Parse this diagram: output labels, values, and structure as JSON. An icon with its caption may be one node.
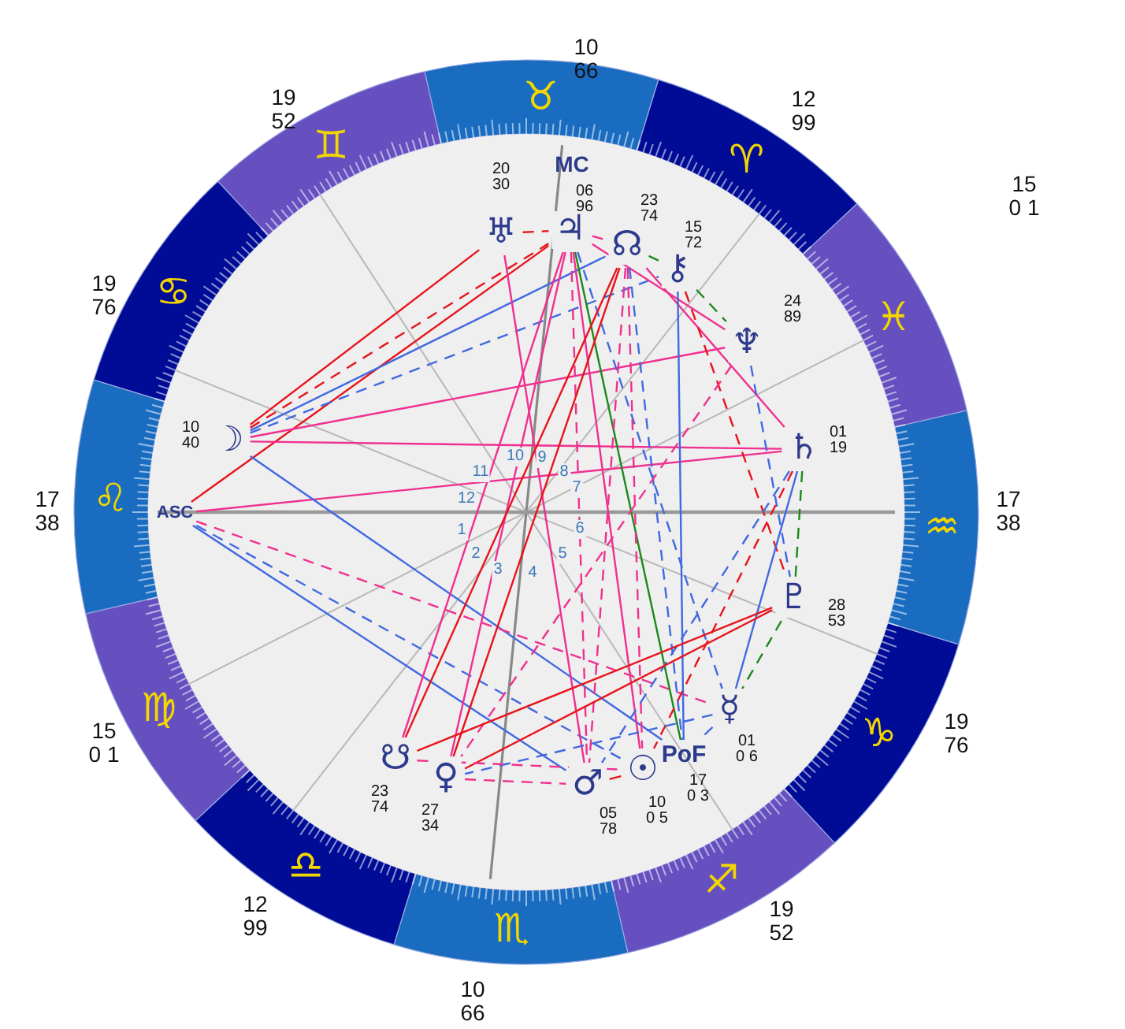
{
  "diagram": {
    "nodes": [
      {
        "text": [
          "☽"
        ],
        "beside": [
          "10 40"
        ]
      },
      {
        "text": [
          "ASC"
        ]
      },
      {
        "text": [
          "♅"
        ],
        "beside": [
          "20 30"
        ]
      },
      {
        "text": [
          "♃"
        ],
        "beside": [
          "06 96"
        ]
      },
      {
        "text": [
          "☊"
        ],
        "beside": [
          "23 74"
        ]
      },
      {
        "text": [
          "⚷"
        ],
        "beside": [
          "15 72"
        ]
      },
      {
        "text": [
          "♆"
        ],
        "beside": [
          "24 89"
        ]
      },
      {
        "text": [
          "♄"
        ],
        "beside": [
          "01 19"
        ]
      },
      {
        "text": [
          "♇"
        ],
        "beside": [
          "28 53"
        ]
      },
      {
        "text": [
          "☿"
        ],
        "beside": [
          "01 0 6"
        ]
      },
      {
        "text": [
          "PoF"
        ],
        "beside": [
          "17 0 3"
        ]
      },
      {
        "text": [
          "☉"
        ],
        "beside": [
          "10 0 5"
        ]
      },
      {
        "text": [
          "♂"
        ],
        "beside": [
          "05 78"
        ]
      },
      {
        "text": [
          "♀"
        ],
        "beside": [
          "27 34"
        ]
      },
      {
        "text": [
          "☋"
        ],
        "beside": [
          "23 74"
        ]
      }
    ],
    "edges": [
      {
        "from": 0,
        "to": 2,
        "arrow": "none",
        "color": "#e8141c"
      },
      {
        "from": 1,
        "to": 3,
        "arrow": "none",
        "color": "#e8141c"
      },
      {
        "from": 0,
        "to": 3,
        "arrow": "none",
        "style": "dashed",
        "color": "#e8141c"
      },
      {
        "from": 0,
        "to": 5,
        "arrow": "none",
        "style": "dashed",
        "color": "#4169e1"
      },
      {
        "from": 0,
        "to": 4,
        "arrow": "none",
        "color": "#4169e1"
      },
      {
        "from": 0,
        "to": 6,
        "arrow": "none"
      },
      {
        "from": 0,
        "to": 7,
        "arrow": "none"
      },
      {
        "from": 1,
        "to": 7,
        "arrow": "none"
      },
      {
        "from": 0,
        "to": 10,
        "arrow": "none",
        "color": "#4169e1"
      },
      {
        "from": 1,
        "to": 12,
        "arrow": "none",
        "color": "#4169e1"
      },
      {
        "from": 1,
        "to": 11,
        "arrow": "none",
        "style": "dashed",
        "color": "#4169e1"
      },
      {
        "from": 1,
        "to": 9,
        "arrow": "none",
        "style": "dashed"
      },
      {
        "from": 2,
        "to": 3,
        "arrow": "none",
        "style": "dashed",
        "color": "#e8141c"
      },
      {
        "from": 2,
        "to": 12,
        "arrow": "none"
      },
      {
        "from": 3,
        "to": 14,
        "arrow": "none"
      },
      {
        "from": 3,
        "to": 13,
        "arrow": "none"
      },
      {
        "from": 3,
        "to": 4,
        "arrow": "none",
        "style": "dashed"
      },
      {
        "from": 3,
        "to": 6,
        "arrow": "none"
      },
      {
        "from": 3,
        "to": 10,
        "arrow": "none",
        "color": "#1a8a1a"
      },
      {
        "from": 3,
        "to": 11,
        "arrow": "none"
      },
      {
        "from": 3,
        "to": 9,
        "arrow": "none",
        "style": "dashed",
        "color": "#4169e1"
      },
      {
        "from": 3,
        "to": 12,
        "arrow": "none",
        "style": "dashed"
      },
      {
        "from": 4,
        "to": 14,
        "arrow": "none",
        "color": "#e8141c"
      },
      {
        "from": 4,
        "to": 13,
        "arrow": "none",
        "color": "#e8141c"
      },
      {
        "from": 4,
        "to": 11,
        "arrow": "none",
        "style": "dashed"
      },
      {
        "from": 4,
        "to": 12,
        "arrow": "none",
        "style": "dashed"
      },
      {
        "from": 4,
        "to": 7,
        "arrow": "none"
      },
      {
        "from": 4,
        "to": 10,
        "arrow": "none",
        "style": "dashed",
        "color": "#4169e1"
      },
      {
        "from": 4,
        "to": 5,
        "arrow": "none",
        "style": "dashed",
        "color": "#1a8a1a"
      },
      {
        "from": 5,
        "to": 6,
        "arrow": "none",
        "style": "dashed",
        "color": "#1a8a1a"
      },
      {
        "from": 5,
        "to": 10,
        "arrow": "none",
        "color": "#4169e1"
      },
      {
        "from": 5,
        "to": 8,
        "arrow": "none",
        "style": "dashed",
        "color": "#e8141c"
      },
      {
        "from": 6,
        "to": 13,
        "arrow": "none",
        "style": "dashed"
      },
      {
        "from": 6,
        "to": 8,
        "arrow": "none",
        "style": "dashed",
        "color": "#4169e1"
      },
      {
        "from": 7,
        "to": 9,
        "arrow": "none",
        "color": "#4169e1"
      },
      {
        "from": 7,
        "to": 8,
        "arrow": "none",
        "style": "dashed",
        "color": "#1a8a1a"
      },
      {
        "from": 7,
        "to": 12,
        "arrow": "none",
        "style": "dashed",
        "color": "#4169e1"
      },
      {
        "from": 7,
        "to": 11,
        "arrow": "none",
        "style": "dashed",
        "color": "#e8141c"
      },
      {
        "from": 8,
        "to": 14,
        "arrow": "none",
        "color": "#e8141c"
      },
      {
        "from": 8,
        "to": 13,
        "arrow": "none",
        "color": "#e8141c"
      },
      {
        "from": 8,
        "to": 9,
        "arrow": "none",
        "style": "dashed",
        "color": "#1a8a1a"
      },
      {
        "from": 9,
        "to": 13,
        "arrow": "none",
        "style": "dashed",
        "color": "#4169e1"
      },
      {
        "from": 9,
        "to": 10,
        "arrow": "none",
        "style": "dashed",
        "color": "#4169e1"
      },
      {
        "from": 13,
        "to": 12,
        "arrow": "none",
        "style": "dashed"
      },
      {
        "from": 14,
        "to": 11,
        "arrow": "none",
        "style": "dashed"
      },
      {
        "from": 12,
        "to": 11,
        "arrow": "none",
        "color": "#e8141c"
      }
    ],
    "labels": [
      "10 66",
      "12 99",
      "15 0 1",
      "17 38",
      "19 76",
      "19 52",
      "10 66",
      "12 99",
      "15 0 1",
      "17 38",
      "19 76",
      "19 52",
      "♉",
      "♊",
      "♋",
      "♌",
      "♍",
      "♎",
      "♏",
      "♐",
      "♑",
      "♒",
      "♓",
      "♈",
      "MC",
      "1",
      "2",
      "3",
      "4",
      "5",
      "6",
      "7",
      "8",
      "9",
      "10",
      "11",
      "12"
    ]
  }
}
